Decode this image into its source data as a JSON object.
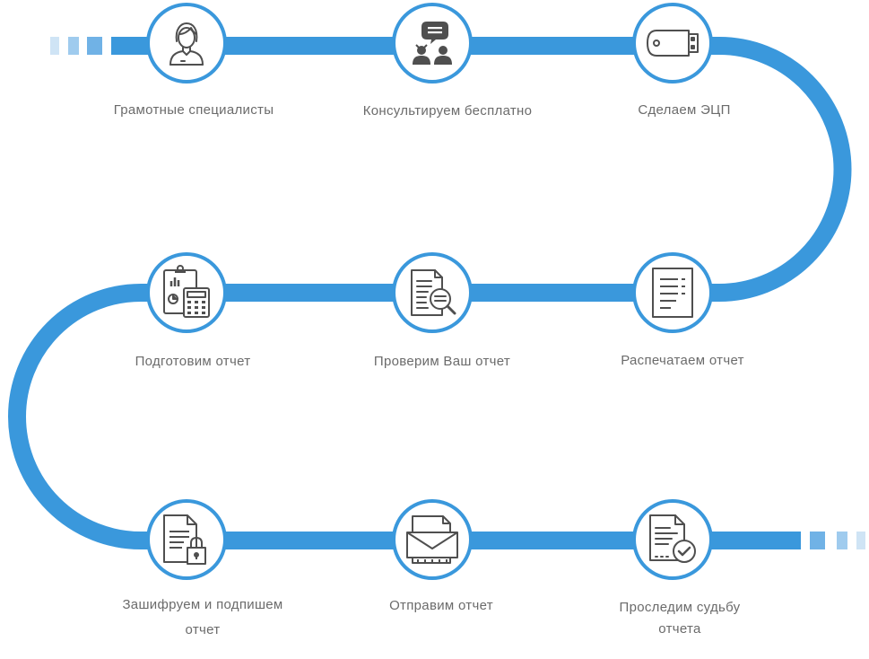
{
  "colors": {
    "path": "#3a98dc",
    "path_light": "#8fc3ea",
    "icon_stroke": "#4f4f4f",
    "label": "#6b6b6b"
  },
  "steps": [
    {
      "icon": "specialist-icon",
      "label": "Грамотные специалисты"
    },
    {
      "icon": "consultation-icon",
      "label": "Консультируем бесплатно"
    },
    {
      "icon": "usb-token-icon",
      "label": "Сделаем ЭЦП"
    },
    {
      "icon": "printer-document-icon",
      "label": "Распечатаем отчет"
    },
    {
      "icon": "document-search-icon",
      "label": "Проверим Ваш отчет"
    },
    {
      "icon": "clipboard-calculator-icon",
      "label": "Подготовим отчет"
    },
    {
      "icon": "document-lock-icon",
      "label": "Зашифруем и подпишем",
      "label2": "отчет"
    },
    {
      "icon": "envelope-icon",
      "label": "Отправим отчет"
    },
    {
      "icon": "document-check-icon",
      "label": "Проследим судьбу",
      "label2": "отчета"
    }
  ]
}
